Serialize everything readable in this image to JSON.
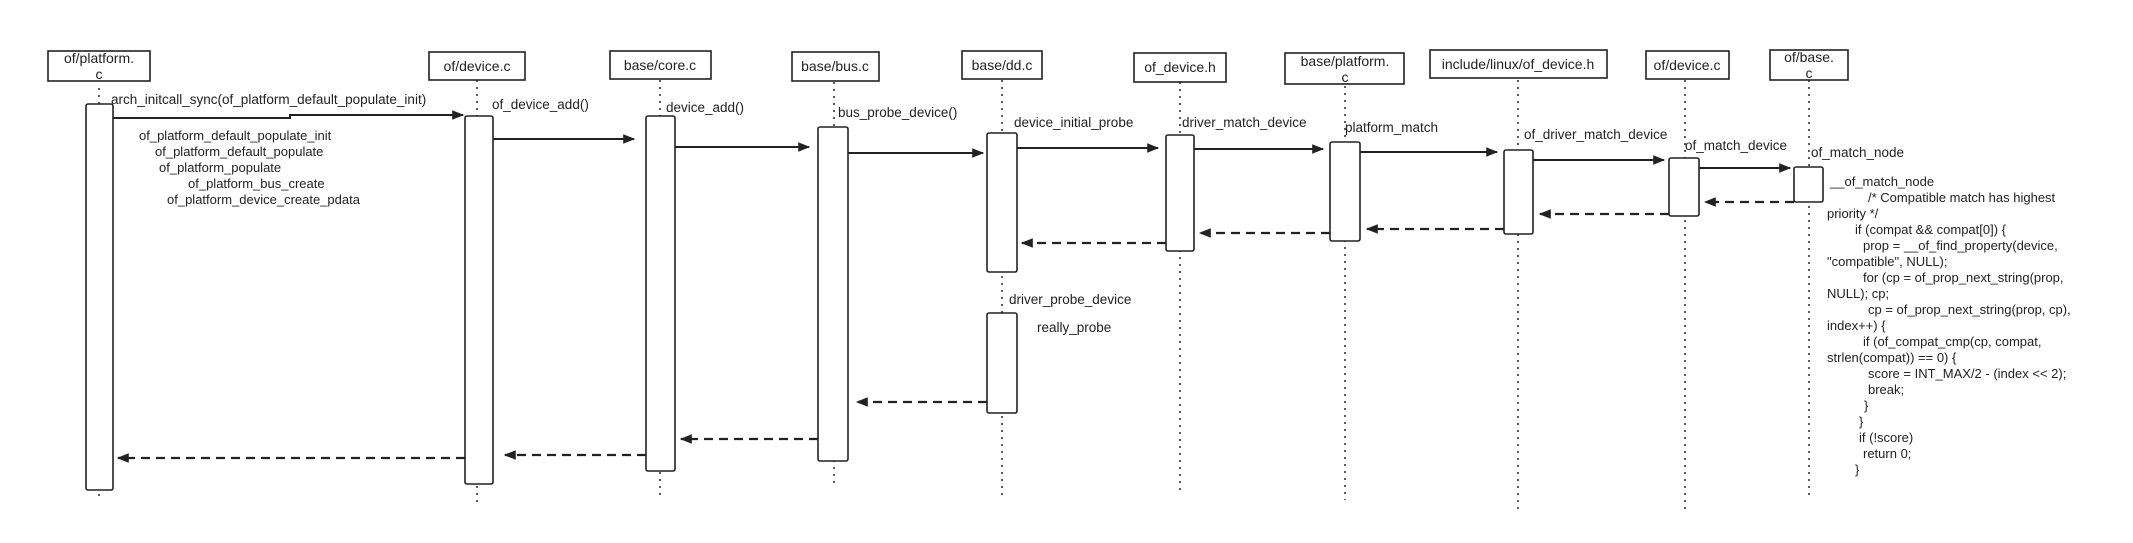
{
  "participants": [
    {
      "id": "p1",
      "lines": [
        "of/platform.",
        "c"
      ]
    },
    {
      "id": "p2",
      "lines": [
        "of/device.c"
      ]
    },
    {
      "id": "p3",
      "lines": [
        "base/core.c"
      ]
    },
    {
      "id": "p4",
      "lines": [
        "base/bus.c"
      ]
    },
    {
      "id": "p5",
      "lines": [
        "base/dd.c"
      ]
    },
    {
      "id": "p6",
      "lines": [
        "of_device.h"
      ]
    },
    {
      "id": "p7",
      "lines": [
        "base/platform.",
        "c"
      ]
    },
    {
      "id": "p8",
      "lines": [
        "include/linux/of_device.h"
      ]
    },
    {
      "id": "p9",
      "lines": [
        "of/device.c"
      ]
    },
    {
      "id": "p10",
      "lines": [
        "of/base.",
        "c"
      ]
    }
  ],
  "messages": [
    {
      "label": "arch_initcall_sync(of_platform_default_populate_init)"
    },
    {
      "label": "of_device_add()"
    },
    {
      "label": "device_add()"
    },
    {
      "label": "bus_probe_device()"
    },
    {
      "label": "device_initial_probe"
    },
    {
      "label": "driver_match_device"
    },
    {
      "label": "platform_match"
    },
    {
      "label": "of_driver_match_device"
    },
    {
      "label": "of_match_device"
    },
    {
      "label": "of_match_node"
    },
    {
      "label": "driver_probe_device"
    },
    {
      "label": "really_probe"
    }
  ],
  "notes": {
    "populate_calls": [
      "of_platform_default_populate_init",
      "of_platform_default_populate",
      "of_platform_populate",
      "of_platform_bus_create",
      "of_platform_device_create_pdata"
    ],
    "match_code": [
      "__of_match_node",
      "/* Compatible match has highest",
      "priority */",
      "if (compat && compat[0]) {",
      "prop = __of_find_property(device,",
      "\"compatible\", NULL);",
      "for (cp = of_prop_next_string(prop,",
      "NULL); cp;",
      "cp = of_prop_next_string(prop, cp),",
      "index++) {",
      "if (of_compat_cmp(cp, compat,",
      "strlen(compat)) == 0) {",
      "score = INT_MAX/2 - (index << 2);",
      "break;",
      "}",
      "}",
      "if (!score)",
      "return 0;",
      "}"
    ]
  }
}
